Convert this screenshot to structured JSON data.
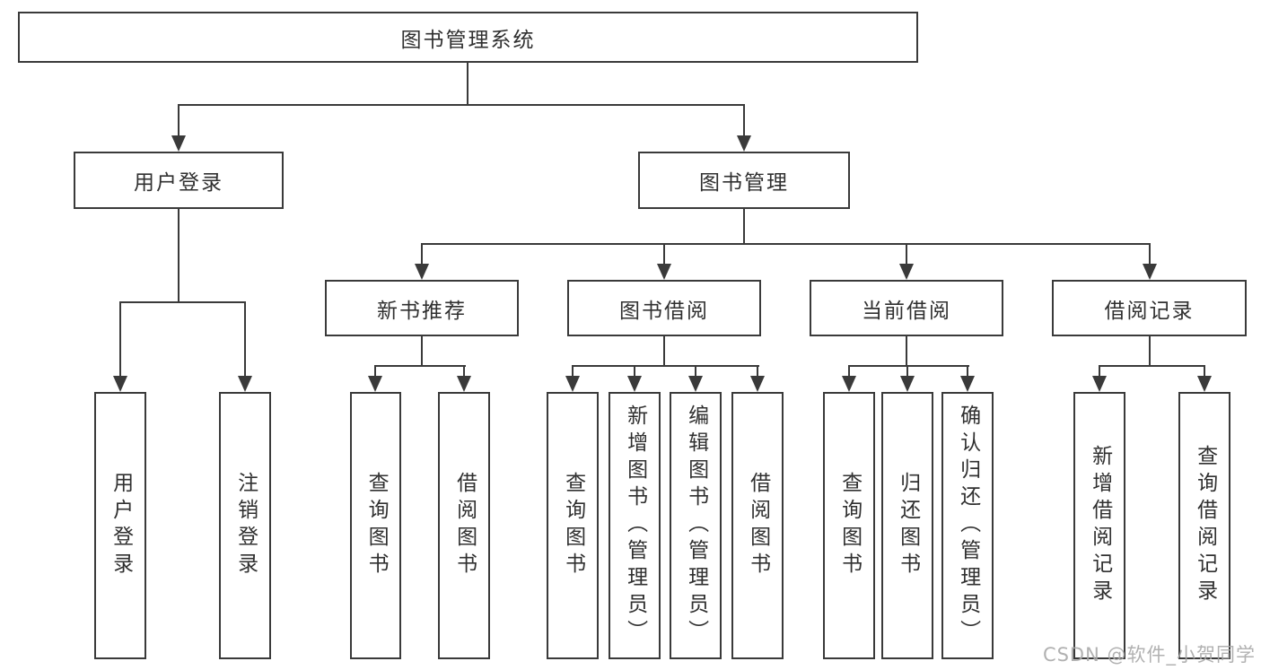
{
  "page": {
    "watermark": "CSDN @软件_小贺同学",
    "colors": {
      "line": "#3a3a3a",
      "text": "#303030",
      "node_background": "#ffffff",
      "page_background": "#ffffff",
      "watermark": "#a8a8a8"
    }
  },
  "nodes": {
    "root": {
      "label": "图书管理系统"
    },
    "user_login": {
      "label": "用户登录"
    },
    "book_mgmt": {
      "label": "图书管理"
    },
    "new_book_rec": {
      "label": "新书推荐"
    },
    "book_borrow": {
      "label": "图书借阅"
    },
    "current_borrow": {
      "label": "当前借阅"
    },
    "borrow_records": {
      "label": "借阅记录"
    },
    "leaf_user_login": {
      "label": "用户登录"
    },
    "leaf_logout": {
      "label": "注销登录"
    },
    "leaf_query_book_1": {
      "label": "查询图书"
    },
    "leaf_borrow_book_1": {
      "label": "借阅图书"
    },
    "leaf_query_book_2": {
      "label": "查询图书"
    },
    "leaf_add_book": {
      "label": "新增图书（管理员）"
    },
    "leaf_edit_book": {
      "label": "编辑图书（管理员）"
    },
    "leaf_borrow_book_2": {
      "label": "借阅图书"
    },
    "leaf_query_book_3": {
      "label": "查询图书"
    },
    "leaf_return_book": {
      "label": "归还图书"
    },
    "leaf_confirm_return": {
      "label": "确认归还（管理员）"
    },
    "leaf_add_record": {
      "label": "新增借阅记录"
    },
    "leaf_query_record": {
      "label": "查询借阅记录"
    }
  },
  "tree": {
    "图书管理系统": {
      "用户登录": [
        "用户登录",
        "注销登录"
      ],
      "图书管理": {
        "新书推荐": [
          "查询图书",
          "借阅图书"
        ],
        "图书借阅": [
          "查询图书",
          "新增图书（管理员）",
          "编辑图书（管理员）",
          "借阅图书"
        ],
        "当前借阅": [
          "查询图书",
          "归还图书",
          "确认归还（管理员）"
        ],
        "借阅记录": [
          "新增借阅记录",
          "查询借阅记录"
        ]
      }
    }
  }
}
